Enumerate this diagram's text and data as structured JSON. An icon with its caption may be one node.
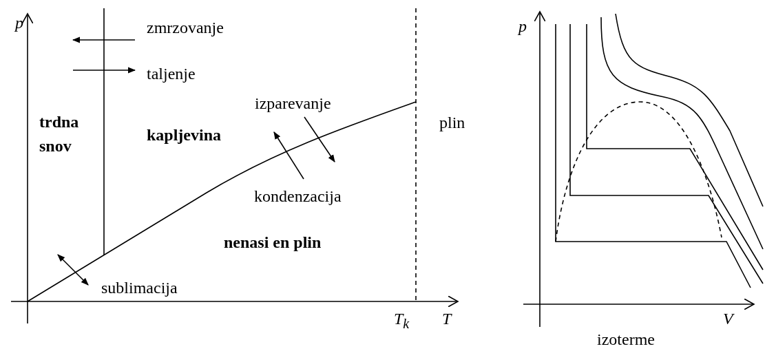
{
  "diagram": {
    "labels": [
      "p",
      "zmrzovanje",
      "taljenje",
      "izparevanje",
      "trdna snov",
      "kapljevina",
      "plin",
      "kondenzacija",
      "nenasi en plin",
      "sublimacija",
      "T$_{k}$",
      "T",
      "p",
      "V",
      "izoterme"
    ]
  }
}
